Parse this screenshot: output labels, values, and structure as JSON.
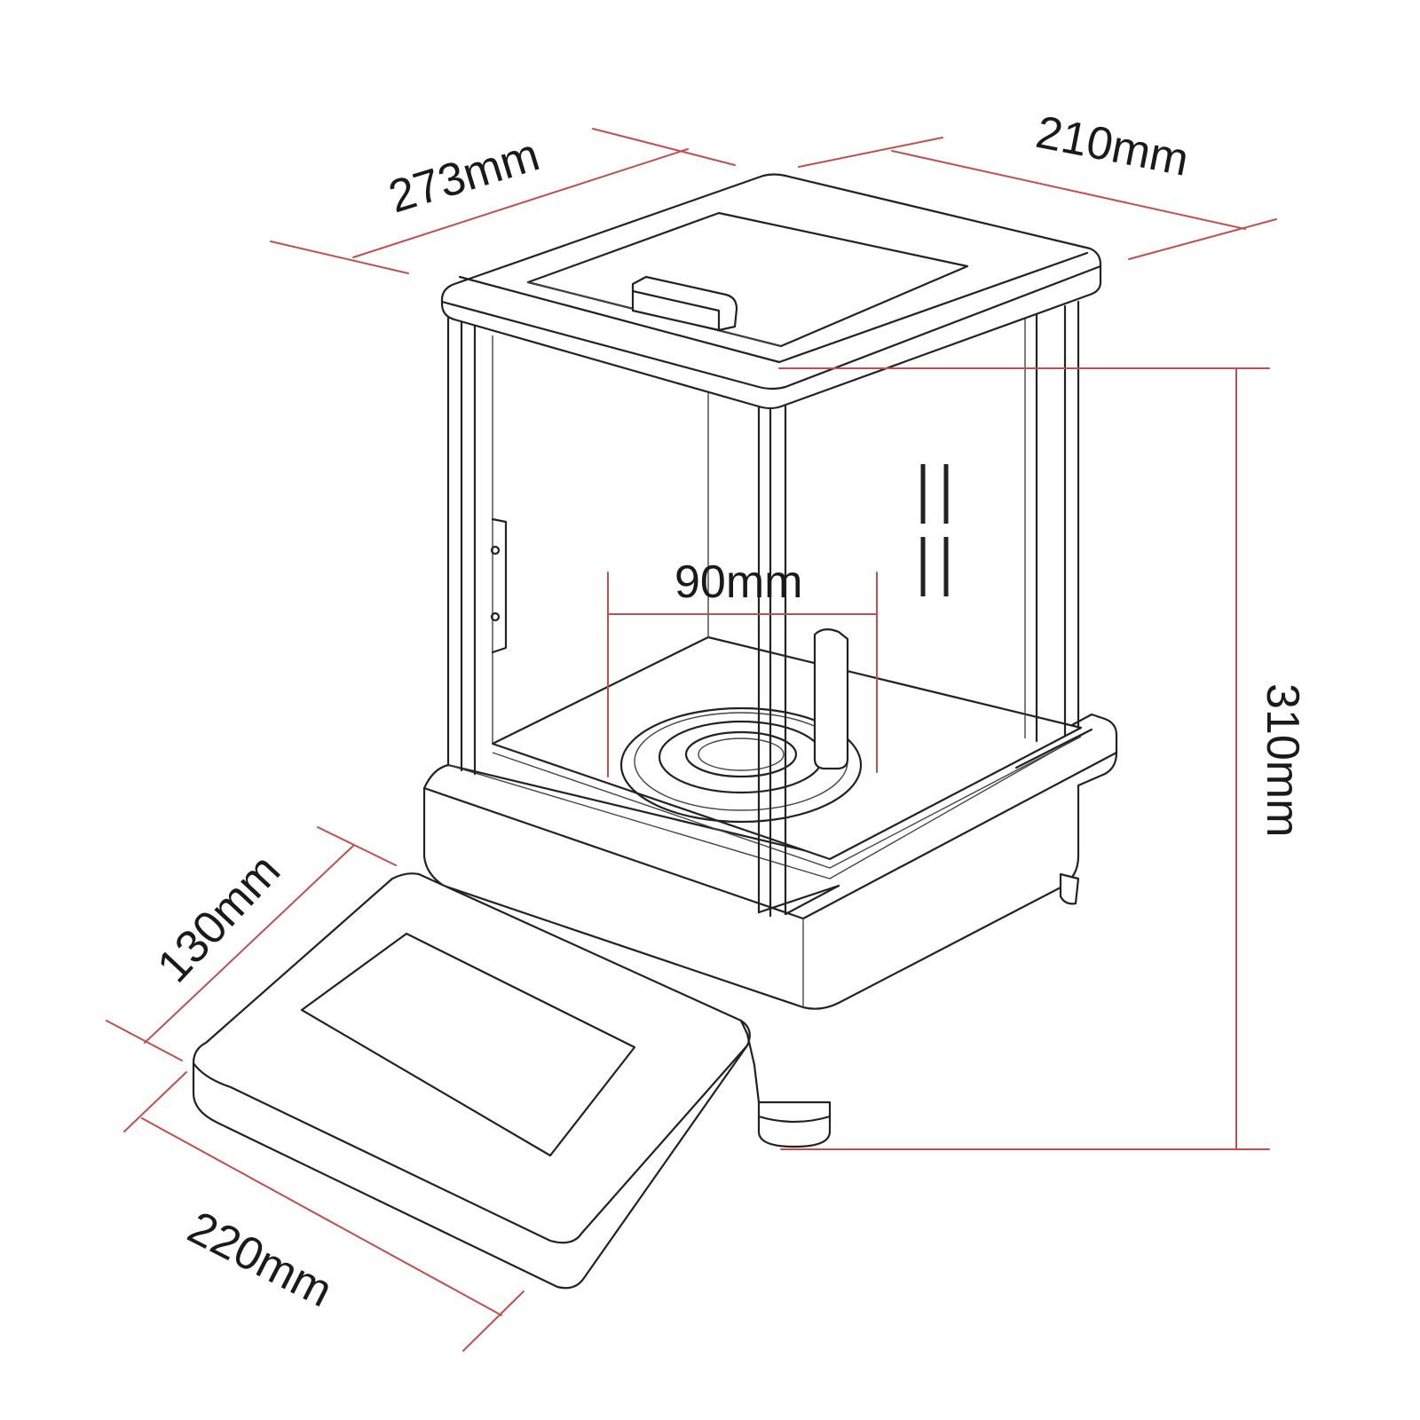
{
  "dimensions": {
    "overall_depth": "273mm",
    "overall_width": "210mm",
    "pan_diameter": "90mm",
    "overall_height": "310mm",
    "display_depth": "130mm",
    "display_width": "220mm"
  },
  "colors": {
    "dimension_line": "#c0504d",
    "outline": "#222222"
  }
}
